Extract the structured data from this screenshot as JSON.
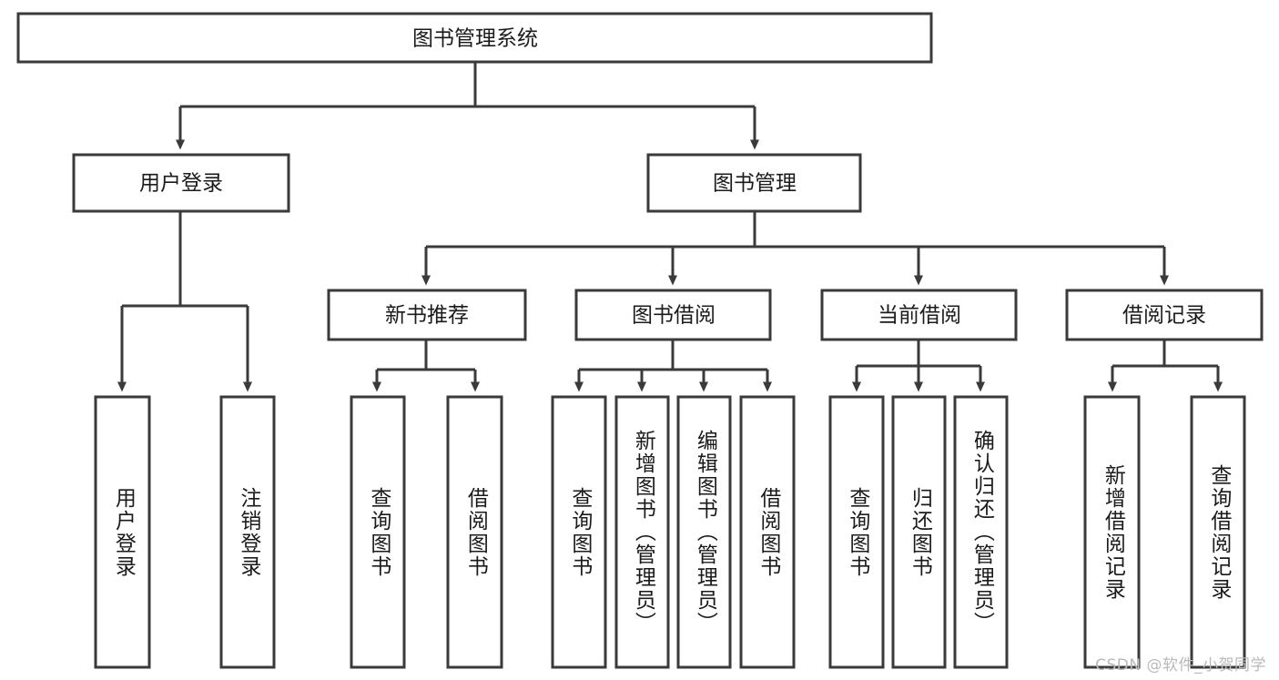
{
  "diagram": {
    "type": "tree",
    "title": "图书管理系统",
    "root": {
      "id": "root",
      "label": "图书管理系统",
      "orientation": "horizontal"
    },
    "level1": [
      {
        "id": "user-login",
        "label": "用户登录",
        "orientation": "horizontal"
      },
      {
        "id": "book-manage",
        "label": "图书管理",
        "orientation": "horizontal"
      }
    ],
    "level2": [
      {
        "id": "new-book-rec",
        "label": "新书推荐",
        "parent": "book-manage",
        "orientation": "horizontal"
      },
      {
        "id": "book-borrow",
        "label": "图书借阅",
        "parent": "book-manage",
        "orientation": "horizontal"
      },
      {
        "id": "current-borrow",
        "label": "当前借阅",
        "parent": "book-manage",
        "orientation": "horizontal"
      },
      {
        "id": "borrow-record",
        "label": "借阅记录",
        "parent": "book-manage",
        "orientation": "horizontal"
      }
    ],
    "leaves": [
      {
        "id": "leaf-user-login",
        "label": "用户登录",
        "parent": "user-login",
        "orientation": "vertical"
      },
      {
        "id": "leaf-user-logout",
        "label": "注销登录",
        "parent": "user-login",
        "orientation": "vertical"
      },
      {
        "id": "leaf-query-book-1",
        "label": "查询图书",
        "parent": "new-book-rec",
        "orientation": "vertical"
      },
      {
        "id": "leaf-borrow-book-1",
        "label": "借阅图书",
        "parent": "new-book-rec",
        "orientation": "vertical"
      },
      {
        "id": "leaf-query-book-2",
        "label": "查询图书",
        "parent": "book-borrow",
        "orientation": "vertical"
      },
      {
        "id": "leaf-add-book",
        "label": "新增图书（管理员）",
        "parent": "book-borrow",
        "orientation": "vertical"
      },
      {
        "id": "leaf-edit-book",
        "label": "编辑图书（管理员）",
        "parent": "book-borrow",
        "orientation": "vertical"
      },
      {
        "id": "leaf-borrow-book-2",
        "label": "借阅图书",
        "parent": "book-borrow",
        "orientation": "vertical"
      },
      {
        "id": "leaf-query-book-3",
        "label": "查询图书",
        "parent": "current-borrow",
        "orientation": "vertical"
      },
      {
        "id": "leaf-return-book",
        "label": "归还图书",
        "parent": "current-borrow",
        "orientation": "vertical"
      },
      {
        "id": "leaf-confirm-return",
        "label": "确认归还（管理员）",
        "parent": "current-borrow",
        "orientation": "vertical"
      },
      {
        "id": "leaf-add-record",
        "label": "新增借阅记录",
        "parent": "borrow-record",
        "orientation": "vertical"
      },
      {
        "id": "leaf-query-record",
        "label": "查询借阅记录",
        "parent": "borrow-record",
        "orientation": "vertical"
      }
    ],
    "colors": {
      "box_stroke": "#3a3a3a",
      "box_fill": "#ffffff",
      "connector": "#3a3a3a",
      "text": "#1b1b1b",
      "background": "#ffffff",
      "watermark": "#b9b9b9"
    }
  },
  "watermark": {
    "text": "CSDN @软件_小贺同学"
  }
}
